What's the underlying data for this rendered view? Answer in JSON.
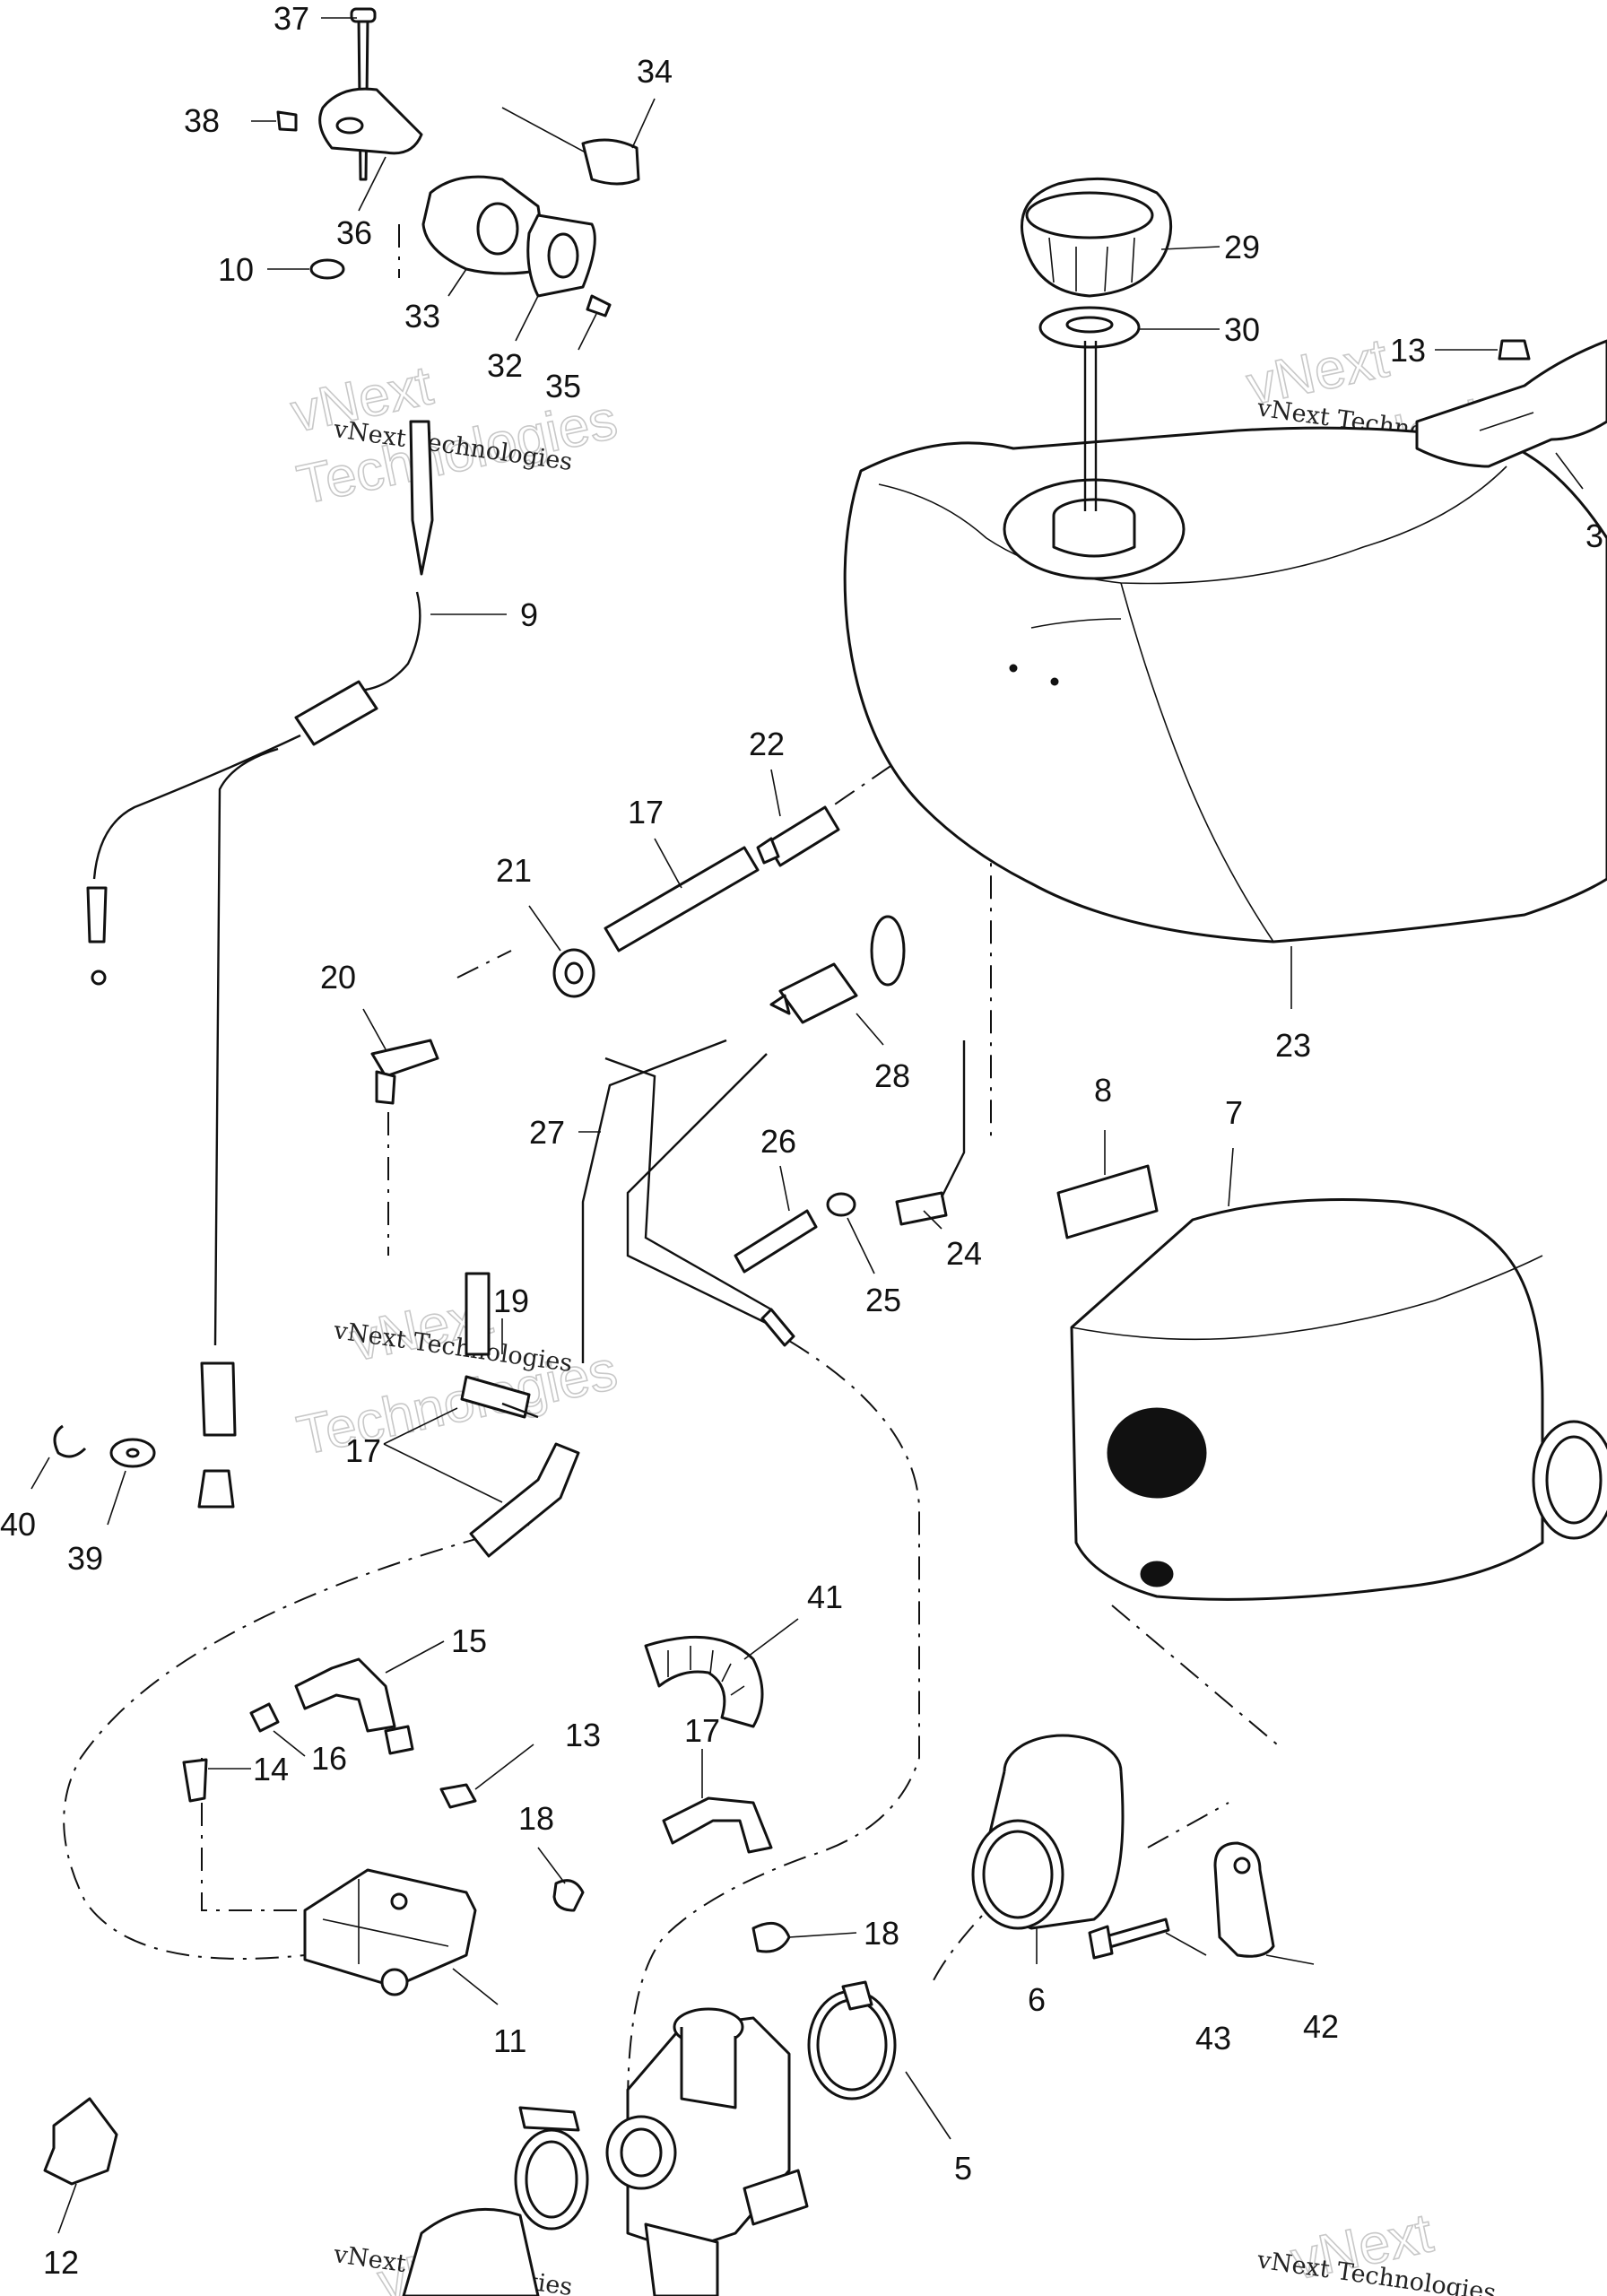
{
  "watermark": {
    "line": "vNext Technologies",
    "word1": "vNext",
    "word2": "Technologies"
  },
  "parts": {
    "p37": "37",
    "p38": "38",
    "p34": "34",
    "p36": "36",
    "p10": "10",
    "p33": "33",
    "p32": "32",
    "p35": "35",
    "p29": "29",
    "p30": "30",
    "p13a": "13",
    "p3": "3",
    "p9": "9",
    "p22": "22",
    "p17a": "17",
    "p21": "21",
    "p20": "20",
    "p28": "28",
    "p23": "23",
    "p8": "8",
    "p7": "7",
    "p27": "27",
    "p26": "26",
    "p24": "24",
    "p25": "25",
    "p19": "19",
    "p17b": "17",
    "p40": "40",
    "p39": "39",
    "p41": "41",
    "p15": "15",
    "p13b": "13",
    "p16": "16",
    "p14": "14",
    "p17c": "17",
    "p18a": "18",
    "p18b": "18",
    "p6": "6",
    "p43": "43",
    "p42": "42",
    "p11": "11",
    "p5": "5",
    "p12": "12"
  }
}
